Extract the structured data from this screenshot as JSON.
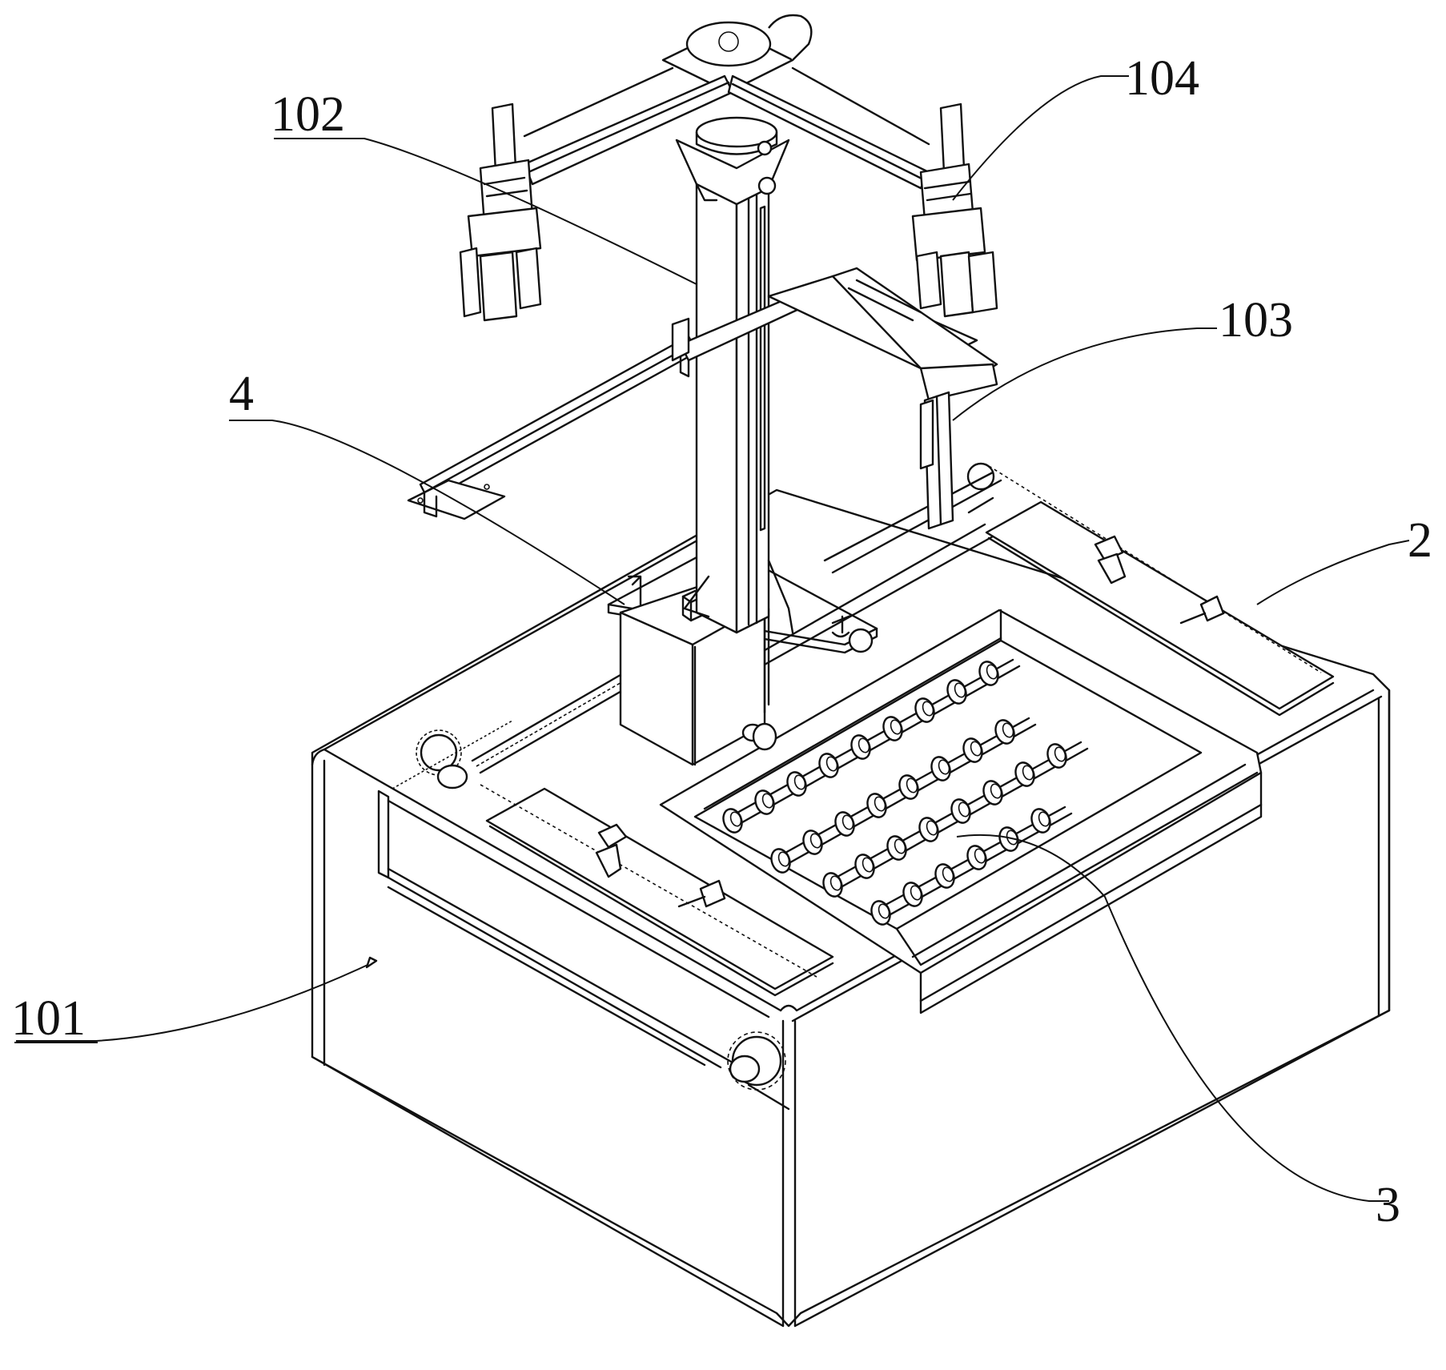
{
  "figure": {
    "type": "patent-isometric-line-drawing",
    "subject": "automated gripping and conveying apparatus",
    "labels": [
      {
        "id": "101",
        "text": "101",
        "underlined": true,
        "refers_to": "machine base cabinet"
      },
      {
        "id": "102",
        "text": "102",
        "underlined": true,
        "refers_to": "vertical column"
      },
      {
        "id": "103",
        "text": "103",
        "underlined": false,
        "refers_to": "sliding arm with lift cylinder"
      },
      {
        "id": "104",
        "text": "104",
        "underlined": false,
        "refers_to": "gripper assembly"
      },
      {
        "id": "4",
        "text": "4",
        "underlined": true,
        "refers_to": "control box"
      },
      {
        "id": "2",
        "text": "2",
        "underlined": false,
        "refers_to": "lead screw rail"
      },
      {
        "id": "3",
        "text": "3",
        "underlined": false,
        "refers_to": "roller conveyor"
      }
    ],
    "roller_rows": 4,
    "rollers_per_row": [
      9,
      8,
      8,
      6
    ],
    "colors": {
      "line": "#111111",
      "background": "#ffffff"
    }
  }
}
